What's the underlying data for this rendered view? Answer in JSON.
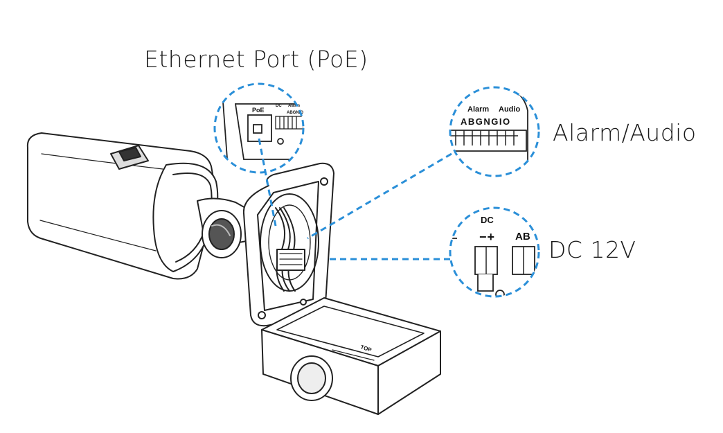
{
  "callouts": {
    "ethernet": {
      "label": "Ethernet Port (PoE)"
    },
    "alarm_audio": {
      "label": "Alarm/Audio"
    },
    "dc": {
      "label": "DC 12V"
    }
  },
  "terminals": {
    "poe": "PoE",
    "dc_small": "DC",
    "alarm_small": "Alarm",
    "alarm_pins_small": "ABGNIO",
    "alarm": "Alarm",
    "audio": "Audio",
    "alarm_pins": "ABGNGIO",
    "dc": "DC",
    "dc_pins": "−+",
    "ab_pins": "AB",
    "top_mark": "TOP"
  },
  "colors": {
    "callout_line": "#2a8fd8",
    "line_art": "#222222"
  }
}
